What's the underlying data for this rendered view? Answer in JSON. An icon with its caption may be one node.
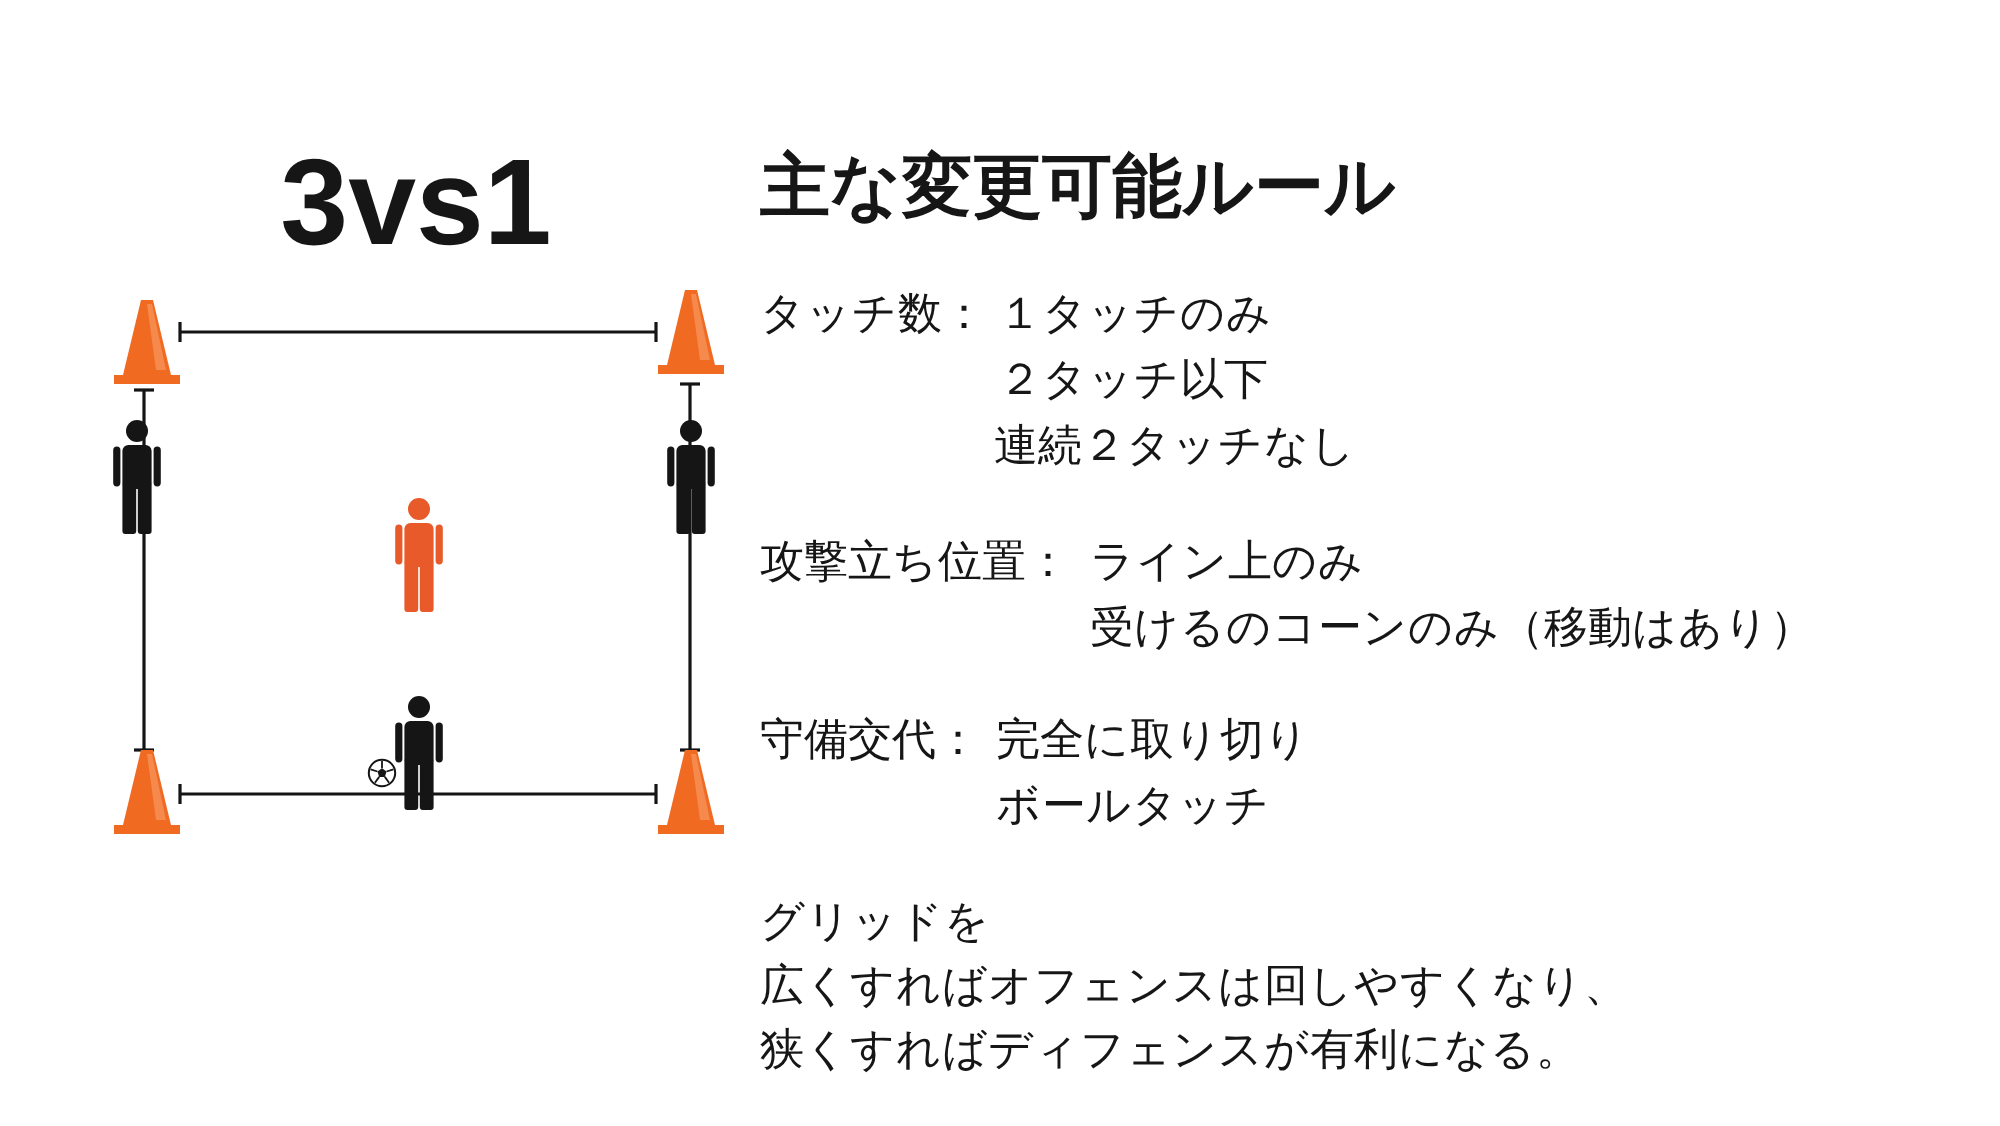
{
  "diagram": {
    "title": "3vs1",
    "labels": [
      "主な変更可能ルール",
      "タッチ数：",
      "１タッチのみ",
      "２タッチ以下",
      "連続２タッチなし",
      "攻撃立ち位置：",
      "ライン上のみ",
      "受けるのコーンのみ（移動はあり）",
      "守備交代：",
      "完全に取り切り",
      "ボールタッチ",
      "グリッドを",
      "広くすればオフェンスは回しやすくなり、",
      "狭くすればディフェンスが有利になる。"
    ]
  }
}
